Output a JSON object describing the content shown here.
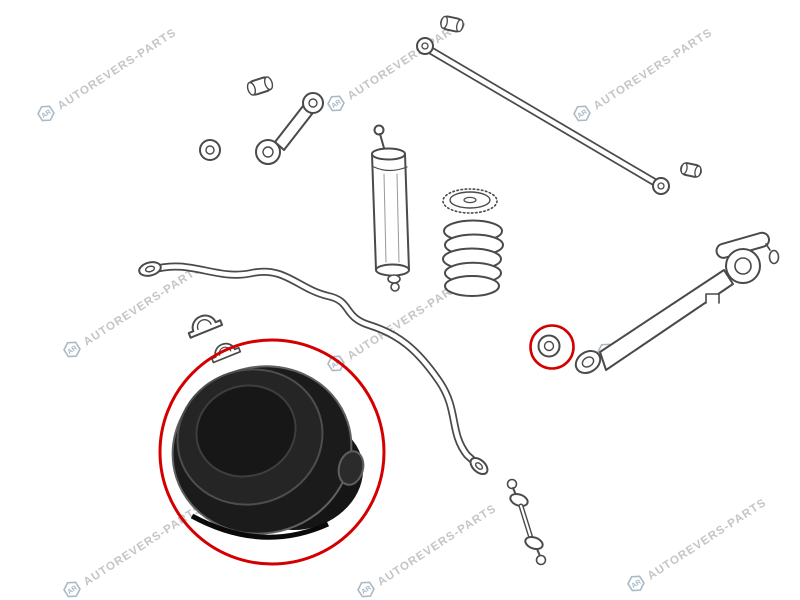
{
  "watermark": {
    "text": "AUTOREVERS-PARTS",
    "logo": "AR"
  },
  "colors": {
    "background": "#ffffff",
    "line": "#4a4a4a",
    "highlight_red": "#d40000",
    "watermark_text": "#c3c5c8",
    "watermark_logo": "#a9bac6",
    "bushing_dark": "#1b1b1b"
  },
  "diagram": {
    "parts": [
      "upper-control-arm-link",
      "separate-bushing",
      "panhard-rod",
      "shock-absorber",
      "spring-isolator",
      "coil-spring",
      "stabilizer-bar",
      "stabilizer-bushing-clamps",
      "stabilizer-end-link",
      "trailing-arm",
      "highlighted-bushing",
      "bushing-closeup"
    ]
  }
}
